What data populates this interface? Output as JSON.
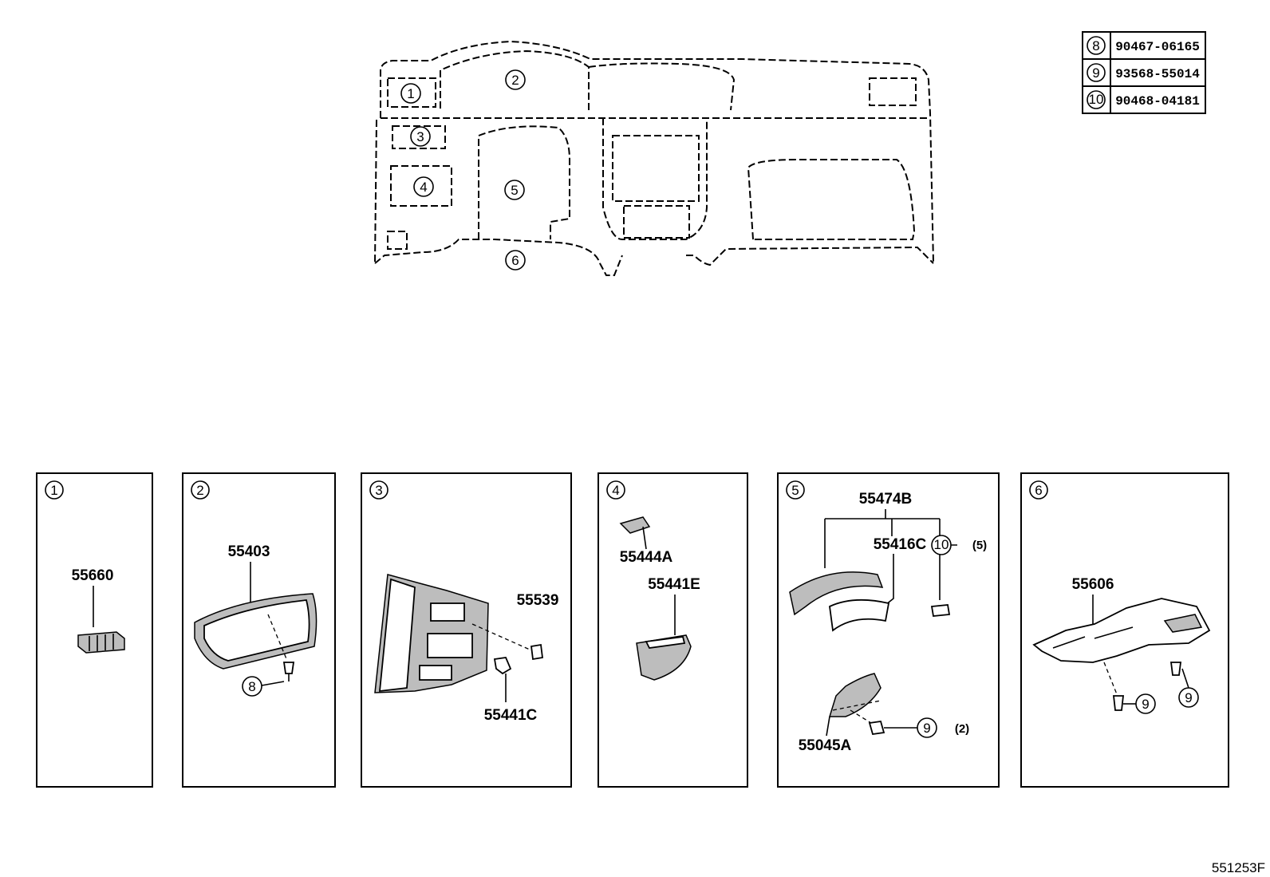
{
  "fastener_table": [
    {
      "ref": "8",
      "part": "90467-06165"
    },
    {
      "ref": "9",
      "part": "93568-55014"
    },
    {
      "ref": "10",
      "part": "90468-04181"
    }
  ],
  "overview": {
    "callouts": [
      "1",
      "2",
      "3",
      "4",
      "5",
      "6"
    ]
  },
  "panels": [
    {
      "ref": "1",
      "parts": [
        "55660"
      ]
    },
    {
      "ref": "2",
      "parts": [
        "55403"
      ],
      "fasteners": [
        "8"
      ]
    },
    {
      "ref": "3",
      "parts": [
        "55539",
        "55441C"
      ]
    },
    {
      "ref": "4",
      "parts": [
        "55444A",
        "55441E"
      ]
    },
    {
      "ref": "5",
      "parts": [
        "55474B",
        "55416C",
        "55045A"
      ],
      "fasteners": [
        "10",
        "9"
      ],
      "quantities": [
        "(5)",
        "(2)"
      ]
    },
    {
      "ref": "6",
      "parts": [
        "55606"
      ],
      "fasteners": [
        "9",
        "9"
      ]
    }
  ],
  "figure_code": "551253F"
}
